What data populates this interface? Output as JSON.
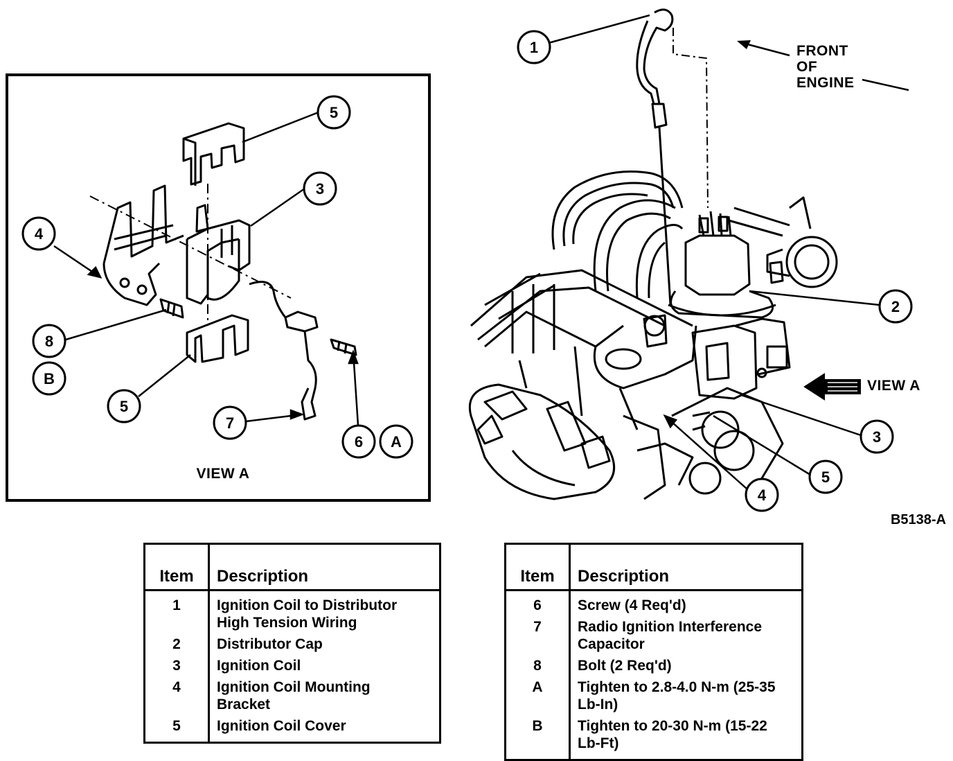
{
  "view_a": {
    "title": "VIEW A",
    "callouts": [
      "5",
      "3",
      "4",
      "8",
      "B",
      "5",
      "7",
      "6",
      "A"
    ]
  },
  "engine": {
    "callouts": [
      "1",
      "2",
      "3",
      "5",
      "4"
    ],
    "front_label": [
      "FRONT",
      "OF",
      "ENGINE"
    ],
    "view_a_arrow_label": "VIEW A",
    "drawing_code": "B5138-A"
  },
  "table_left": {
    "headers": [
      "Item",
      "Description"
    ],
    "rows": [
      {
        "item": "1",
        "description": "Ignition Coil to Distributor\nHigh Tension Wiring"
      },
      {
        "item": "2",
        "description": "Distributor Cap"
      },
      {
        "item": "3",
        "description": "Ignition Coil"
      },
      {
        "item": "4",
        "description": "Ignition Coil Mounting\nBracket"
      },
      {
        "item": "5",
        "description": "Ignition Coil Cover"
      }
    ]
  },
  "table_right": {
    "headers": [
      "Item",
      "Description"
    ],
    "rows": [
      {
        "item": "6",
        "description": "Screw (4 Req'd)"
      },
      {
        "item": "7",
        "description": "Radio Ignition Interference\nCapacitor"
      },
      {
        "item": "8",
        "description": "Bolt (2 Req'd)"
      },
      {
        "item": "A",
        "description": "Tighten to 2.8-4.0 N-m (25-35\nLb-In)"
      },
      {
        "item": "B",
        "description": "Tighten to 20-30 N-m (15-22\nLb-Ft)"
      }
    ]
  }
}
